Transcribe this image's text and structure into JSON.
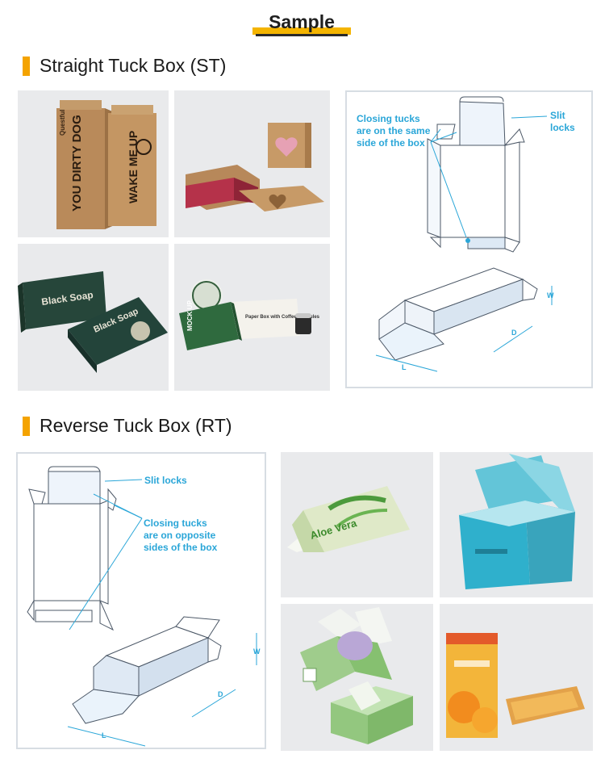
{
  "header": {
    "title": "Sample"
  },
  "st": {
    "title": "Straight Tuck Box (ST)",
    "callout_tucks": "Closing tucks\nare on the same\nside of the box",
    "callout_slit": "Slit locks",
    "dim_w": "W",
    "dim_d": "D",
    "dim_l": "L",
    "products": {
      "kraft_brand": "Questful",
      "kraft_text_a": "YOU DIRTY DOG",
      "kraft_text_b": "WAKE ME UP",
      "soap_title": "Black Soap",
      "coffee_title": "Paper Box with Coffee Capsules",
      "mockup": "MOCK UP"
    }
  },
  "rt": {
    "title": "Reverse Tuck Box (RT)",
    "callout_slit": "Slit locks",
    "callout_tucks": "Closing tucks\nare on opposite\nsides of the box",
    "dim_w": "W",
    "dim_d": "D",
    "dim_l": "L",
    "products": {
      "aloe_text": "Aloe Vera"
    }
  },
  "colors": {
    "accent": "#f4a300",
    "callout": "#2aa6d8",
    "tile_bg": "#e9eaec"
  }
}
